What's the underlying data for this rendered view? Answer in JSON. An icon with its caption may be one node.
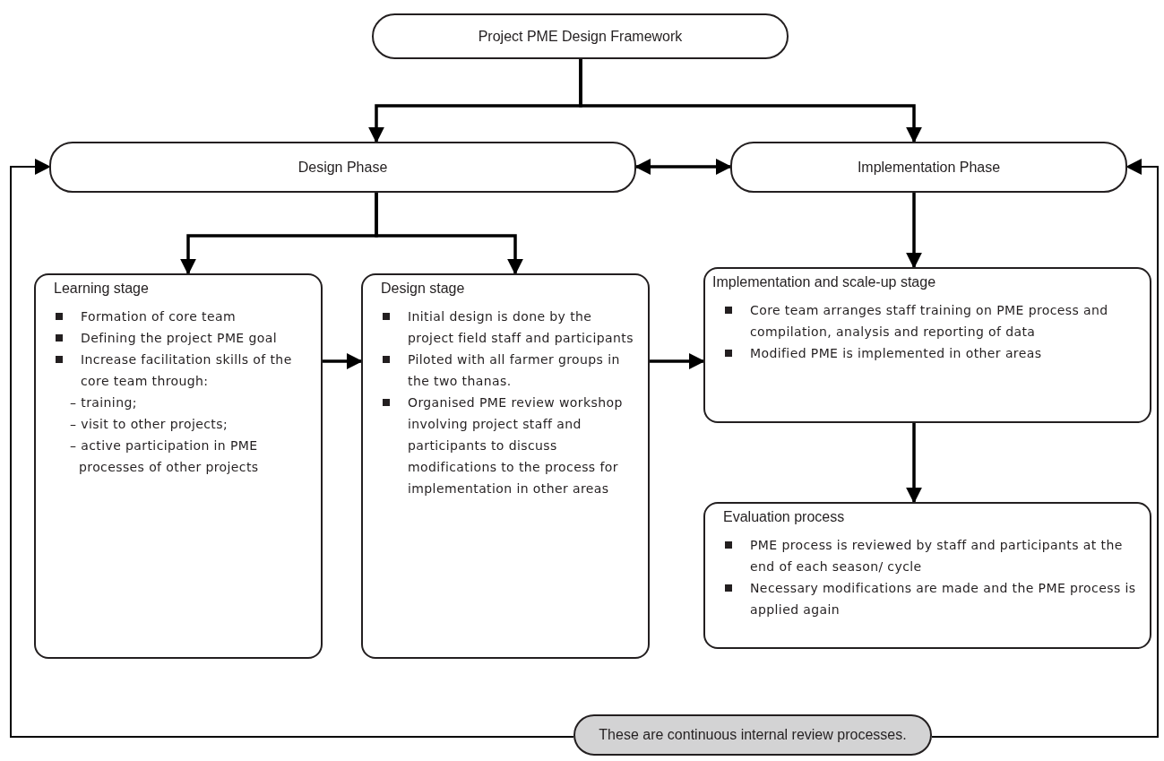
{
  "diagram": {
    "nodes": [
      {
        "text": [
          "Project PME Design Framework"
        ]
      },
      {
        "text": [
          "Design Phase"
        ]
      },
      {
        "text": [
          "Implementation Phase"
        ]
      },
      {
        "text": [
          "Learning stage",
          "Formation of core team",
          "Defining the project PME goal",
          "Increase facilitation skills of the core team through:",
          "– training;",
          "– visit to other projects;",
          "– active participation in PME processes of other projects"
        ]
      },
      {
        "text": [
          "Design stage",
          "Initial design is done by the project field staff and participants",
          "Piloted with all farmer groups in the two thanas.",
          "Organised PME review workshop involving project staff and participants to discuss modifications to the process for implementation in other areas"
        ]
      },
      {
        "text": [
          "Implementation and scale-up stage",
          "Core team arranges staff training on PME process and compilation, analysis and reporting of data",
          "Modified PME is implemented in other areas"
        ]
      },
      {
        "text": [
          "Evaluation process",
          "PME process is reviewed by staff and participants at the end of each season/ cycle",
          "Necessary modifications are made and the PME process is applied again"
        ]
      },
      {
        "text": [
          "These are continuous internal review processes."
        ]
      }
    ],
    "edges": [
      {
        "from": 0,
        "to": 1,
        "arrow": "to"
      },
      {
        "from": 0,
        "to": 2,
        "arrow": "to"
      },
      {
        "from": 1,
        "to": 2,
        "arrow": "both"
      },
      {
        "from": 1,
        "to": 3,
        "arrow": "to"
      },
      {
        "from": 1,
        "to": 4,
        "arrow": "to"
      },
      {
        "from": 3,
        "to": 4,
        "arrow": "to"
      },
      {
        "from": 4,
        "to": 5,
        "arrow": "to"
      },
      {
        "from": 2,
        "to": 5,
        "arrow": "to"
      },
      {
        "from": 5,
        "to": 6,
        "arrow": "to"
      },
      {
        "from": 7,
        "to": 1,
        "arrow": "to"
      },
      {
        "from": 7,
        "to": 2,
        "arrow": "to"
      }
    ]
  }
}
